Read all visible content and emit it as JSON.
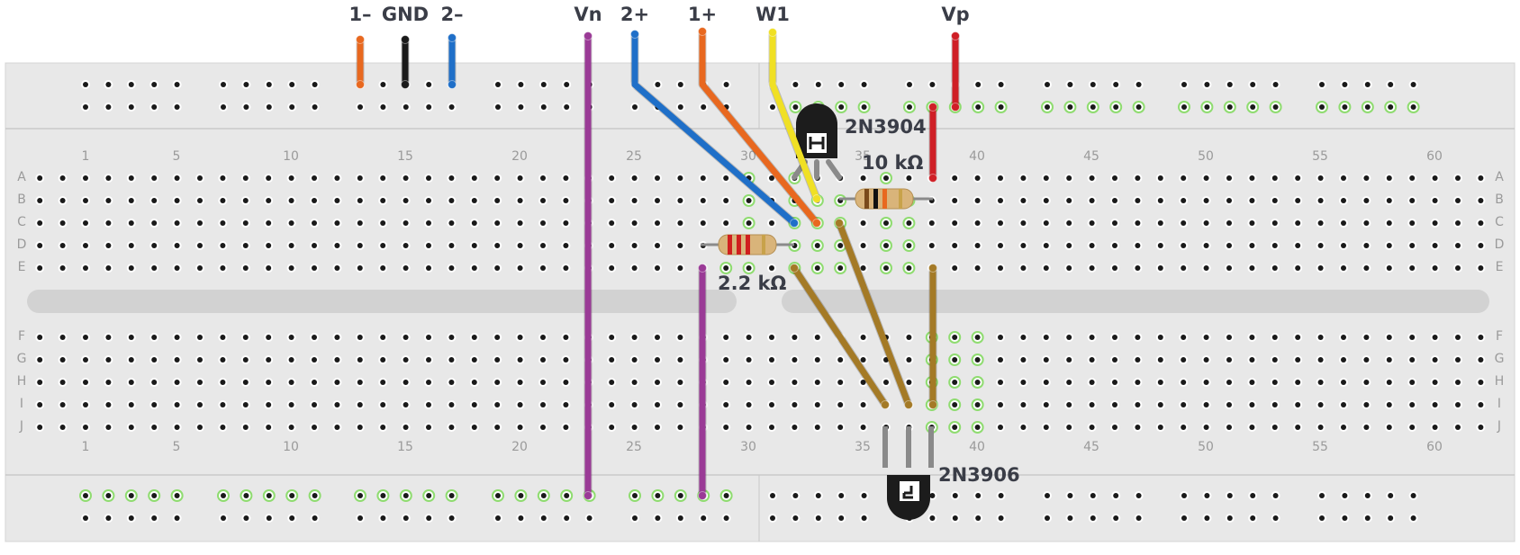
{
  "board": {
    "column_numbers": [
      "1",
      "5",
      "10",
      "15",
      "20",
      "25",
      "30",
      "35",
      "40",
      "45",
      "50",
      "55",
      "60"
    ],
    "upper_row_letters": [
      "A",
      "B",
      "C",
      "D",
      "E"
    ],
    "lower_row_letters": [
      "F",
      "G",
      "H",
      "I",
      "J"
    ]
  },
  "labels": {
    "one_minus": "1–",
    "gnd": "GND",
    "two_minus": "2–",
    "vn": "Vn",
    "two_plus": "2+",
    "one_plus": "1+",
    "w1": "W1",
    "vp": "Vp"
  },
  "components": {
    "q1_label": "2N3904",
    "q2_label": "2N3906",
    "r1_label": "10 kΩ",
    "r2_label": "2.2 kΩ"
  },
  "colors": {
    "orange": "#e8681f",
    "black": "#1a1a1a",
    "blue": "#1f6fc8",
    "purple": "#9a3a96",
    "yellow": "#f0e024",
    "red": "#cf1f26",
    "brown": "#a47a26",
    "board": "#e9e9e9",
    "active_hole": "#8fdc70"
  }
}
